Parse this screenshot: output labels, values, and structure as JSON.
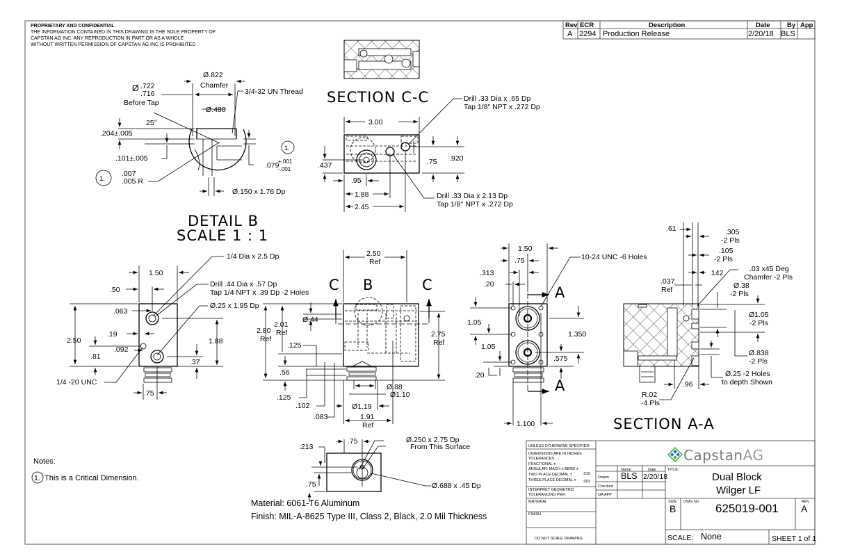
{
  "proprietary": {
    "title": "PROPRIETARY AND CONFIDENTIAL",
    "lines": [
      "THE INFORMATION CONTAINED IN THIS DRAWING IS THE SOLE PROPERTY OF",
      "CAPSTAN AG INC. ANY REPRODUCTION IN PART OR AS A WHOLE",
      "WITHOUT WRITTEN PERMISSION OF CAPSTAN AG INC IS PROHIBITED"
    ]
  },
  "revision_table": {
    "headers": [
      "Rev",
      "ECR",
      "Description",
      "Date",
      "By",
      "App"
    ],
    "rows": [
      {
        "rev": "A",
        "ecr": "2294",
        "description": "Production Release",
        "date": "2/20/18",
        "by": "BLS",
        "app": ""
      }
    ]
  },
  "section_cc": {
    "label": "SECTION C-C",
    "dims": {
      "width": "3.00",
      "d437": ".437",
      "d95": ".95",
      "d188": "1.88",
      "d245": "2.45",
      "d75": ".75",
      "d920": ".920"
    },
    "callouts": [
      {
        "line1": "Drill .33 Dia x .65 Dp",
        "line2": "Tap 1/8\" NPT x .272 Dp"
      },
      {
        "line1": "Drill .33 Dia x 2.13 Dp",
        "line2": "Tap 1/8\" NPT x .272 Dp"
      }
    ]
  },
  "detail_b": {
    "label": "DETAIL B",
    "scale": "SCALE 1 : 1",
    "dims": {
      "chamfer_dia": "Ø.822",
      "chamfer_label": "Chamfer",
      "thread": "3/4-32  UN Thread",
      "before_tap_upper": ".722",
      "before_tap_lower": ".716",
      "before_tap_label": "Before Tap",
      "dia480": "Ø.480",
      "angle": "25°",
      "d204": ".204±.005",
      "d101": ".101±.005",
      "d079": ".079",
      "d079_plus": "+.001",
      "d079_minus": "-.001",
      "radius_upper": ".007",
      "radius_lower": ".005 R",
      "drill150": "Ø.150 x 1.76 Dp"
    },
    "critical_marker": "1."
  },
  "front_view": {
    "dims": {
      "w150": "1.50",
      "d50": ".50",
      "d063": ".063",
      "d19": ".19",
      "h250": "2.50",
      "d81": ".81",
      "d092": ".092",
      "d188": "1.88",
      "d37": ".37",
      "d75": ".75"
    },
    "callouts": {
      "hole_quarter": "1/4 Dia x 2.5 Dp",
      "drill44_line1": "Drill .44 Dia x .57 Dp",
      "drill44_line2": "Tap 1/4 NPT x .39 Dp -2 Holes",
      "dia25": "Ø.25 x 1.95 Dp",
      "unc": "1/4 -20 UNC"
    }
  },
  "side_view": {
    "section_letters": {
      "left": "C",
      "detail": "B",
      "right": "C"
    },
    "dims": {
      "w250": "2.50",
      "ref": "Ref",
      "d280": "2.80",
      "d201": "2.01",
      "dia44": "Ø.44",
      "d125a": ".125",
      "d56": ".56",
      "d125b": ".125",
      "d102": ".102",
      "d083": ".083",
      "dia88": "Ø.88",
      "dia110": "Ø1.10",
      "dia119": "Ø1.19",
      "d191": "1.91",
      "d275": "2.75"
    }
  },
  "right_view": {
    "section_letter": "A",
    "dims": {
      "w150": "1.50",
      "d75": ".75",
      "d313": ".313",
      "d20a": ".20",
      "d105a": "1.05",
      "d105b": "1.05",
      "d20b": ".20",
      "d1350": "1.350",
      "d575": ".575",
      "d1100": "1.100"
    },
    "callout": "10-24 UNC -6 Holes"
  },
  "section_aa": {
    "label": "SECTION A-A",
    "dims": {
      "d61": ".61",
      "d305": ".305",
      "pls2": "-2 Pls",
      "d105": ".105",
      "d142": ".142",
      "d037": ".037",
      "ref": "Ref",
      "chamfer1": ".03 x45 Deg",
      "chamfer2": "Chamfer -2 Pls",
      "dia38": "Ø.38",
      "dia105": "Ø1.05",
      "dia838": "Ø.838",
      "dia25_1": "Ø.25 -2 Holes",
      "dia25_2": "to depth Shown",
      "d96": ".96",
      "r02": "R.02",
      "pls4": "-4 Pls"
    }
  },
  "bottom_view": {
    "dims": {
      "d75top": ".75",
      "d213": ".213",
      "d75left": ".75",
      "dia250_1": "Ø.250 x 2.75 Dp",
      "dia250_2": "From This Surface",
      "dia688": "Ø.688 x .45 Dp"
    }
  },
  "notes": {
    "title": "Notes:",
    "items": [
      {
        "marker": "1.",
        "text": "This is a Critical Dimension."
      }
    ]
  },
  "material_note": "Material: 6061-T6 Aluminum",
  "finish_note": "Finish: MIL-A-8625 Type III, Class 2, Black, 2.0 Mil Thickness",
  "title_block": {
    "unless": "UNLESS OTHERWISE SPECIFIED:",
    "dims_in": "DIMENSIONS ARE IN INCHES",
    "tolerances": "TOLERANCES:",
    "fractional": "FRACTIONAL ±",
    "angular": "ANGULAR: MACH ±    BEND ±",
    "two_place": "TWO PLACE DECIMAL    ±",
    "two_place_val": ".010",
    "three_place": "THREE PLACE DECIMAL  ±",
    "three_place_val": ".003",
    "interpret1": "INTERPRET GEOMETRIC",
    "interpret2": "TOLERANCING PER:",
    "material": "MATERIAL",
    "finish": "FINISH",
    "do_not_scale": "DO NOT SCALE DRAWING",
    "name_header": "Name",
    "date_header": "Date",
    "drawn_label": "Drawn",
    "drawn_name": "BLS",
    "drawn_date": "2/20/18",
    "checked_label": "Checked",
    "qa_label": "QA APP",
    "company": "CapstanAG",
    "company_a": "Capstan",
    "company_b": "AG",
    "title_label": "TITLE:",
    "title_line1": "Dual Block",
    "title_line2": "Wilger  LF",
    "size_label": "SIZE",
    "size": "B",
    "dwg_no_label": "DWG No:",
    "dwg_no": "625019-001",
    "rev_label": "REV",
    "rev": "A",
    "scale_label": "SCALE:",
    "scale": "None",
    "sheet": "SHEET 1 of 1"
  },
  "colors": {
    "logo_blue": "#2a6fb5",
    "logo_green": "#4caf50",
    "logo_text": "#7a7a7a"
  }
}
